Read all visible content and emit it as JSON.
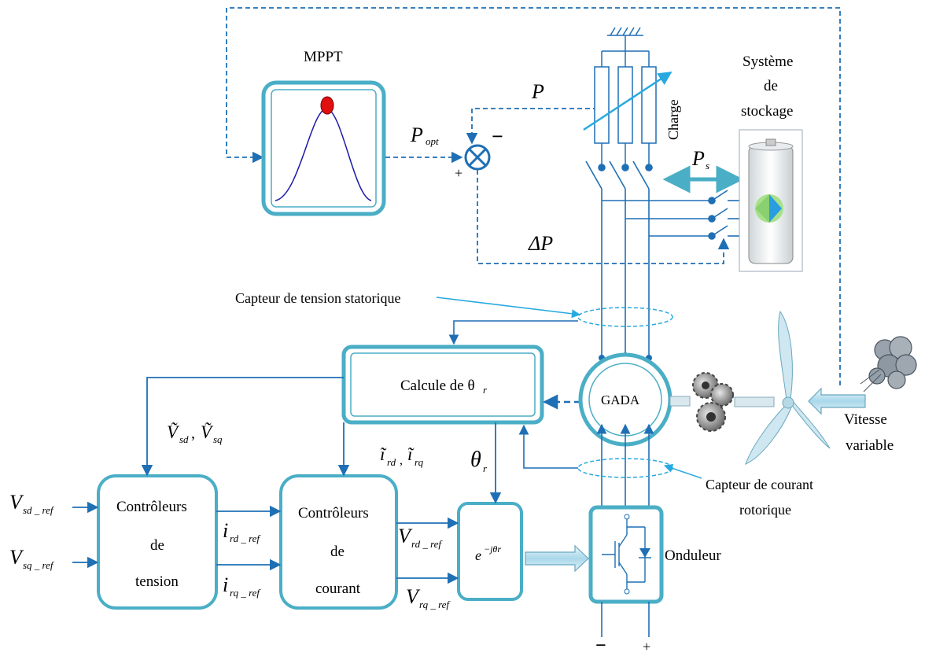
{
  "labels": {
    "mppt": "MPPT",
    "p": "P",
    "p_opt_main": "P",
    "p_opt_sub": "opt",
    "minus_sign": "−",
    "plus_sign": "+",
    "delta_p": "ΔP",
    "charge": "Charge",
    "storage_line1": "Système",
    "storage_line2": "de",
    "storage_line3": "stockage",
    "ps_main": "P",
    "ps_sub": "s",
    "capteur_tension": "Capteur de tension statorique",
    "calcule_text": "Calcule de θ",
    "calcule_sub": "r",
    "gada": "GADA",
    "vitesse_line1": "Vitesse",
    "vitesse_line2": "variable",
    "v_tilde": "Ṽ",
    "v_sd_sub": "sd",
    "v_sq_sub": "sq",
    "i_tilde": "ĩ",
    "i_rd_sub": "rd",
    "i_rq_sub": "rq",
    "theta_main": "θ",
    "theta_sub": "r",
    "capteur_courant_line1": "Capteur de courant",
    "capteur_courant_line2": "rotorique",
    "v_sd_ref_main": "V",
    "v_sd_ref_sub": "sd _ ref",
    "v_sq_ref_main": "V",
    "v_sq_ref_sub": "sq _ ref",
    "ctrl_tension_1": "Contrôleurs",
    "ctrl_tension_2": "de",
    "ctrl_tension_3": "tension",
    "i_rd_ref_main": "i",
    "i_rd_ref_sub": "rd _ ref",
    "i_rq_ref_main": "i",
    "i_rq_ref_sub": "rq _ ref",
    "ctrl_courant_1": "Contrôleurs",
    "ctrl_courant_2": "de",
    "ctrl_courant_3": "courant",
    "v_rd_ref_main": "V",
    "v_rd_ref_sub": "rd _ ref",
    "v_rq_ref_main": "V",
    "v_rq_ref_sub": "rq _ ref",
    "transform_main": "e",
    "transform_sup": "−jθr",
    "onduleur": "Onduleur",
    "dc_minus": "−",
    "dc_plus": "+"
  },
  "colors": {
    "block_border": "#4aaec6",
    "signal_line": "#1f6fb5",
    "sensor_line": "#29a9e0",
    "mppt_curve": "#1a1aa8",
    "mppt_peak": "#e01010"
  }
}
